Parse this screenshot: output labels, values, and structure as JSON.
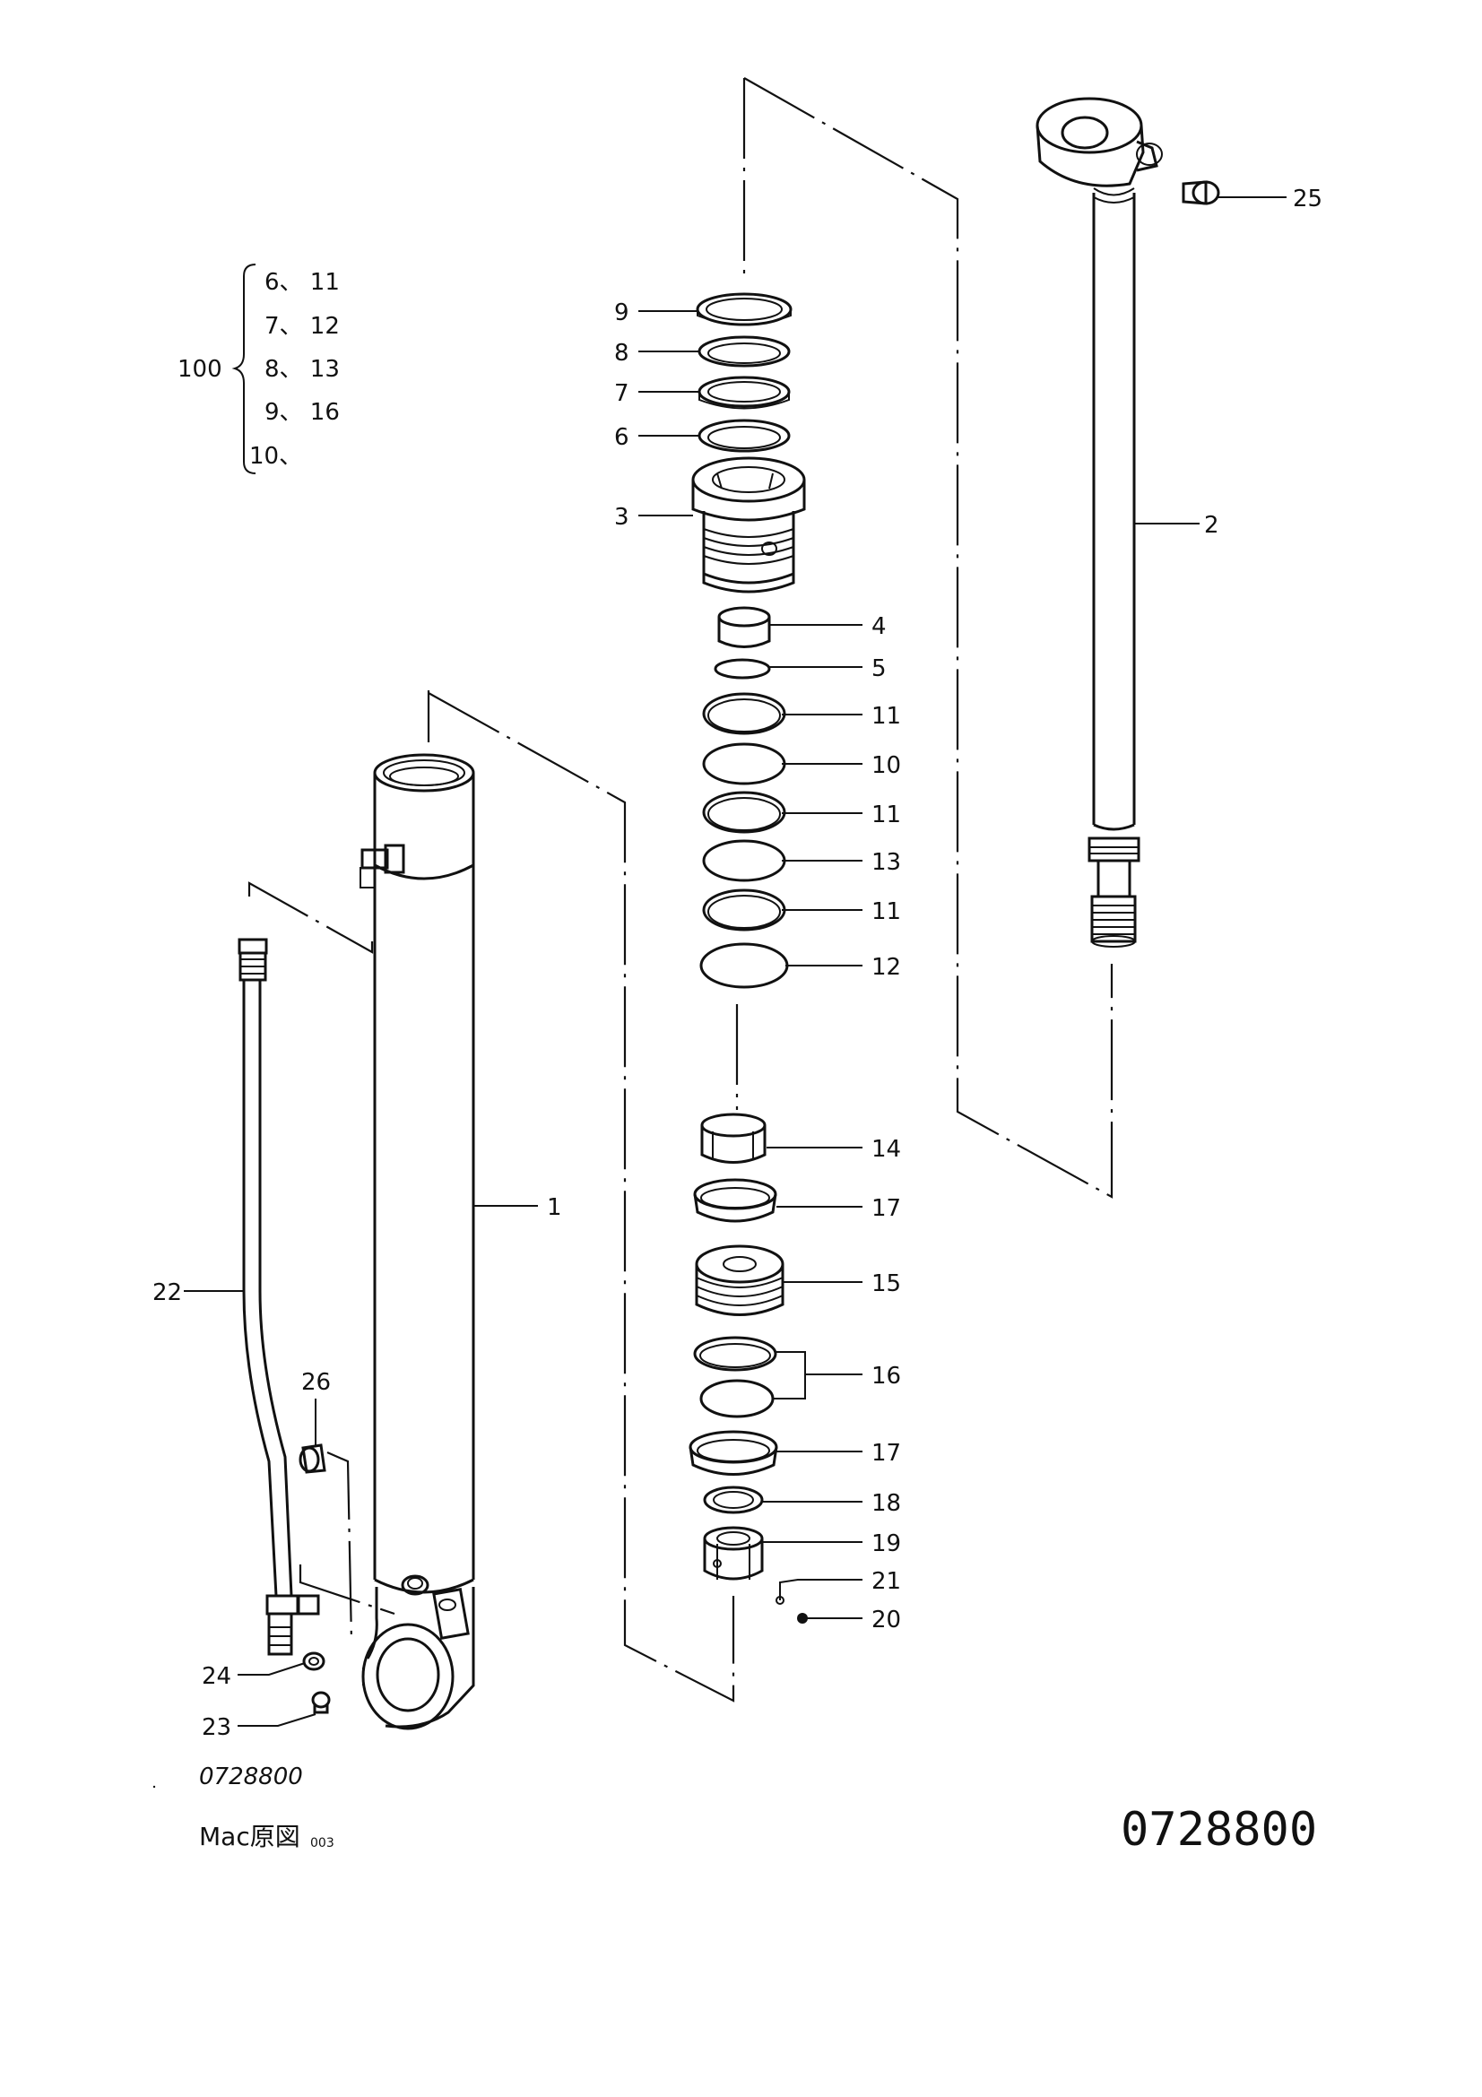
{
  "kit": {
    "number": "100",
    "rows": [
      "6、 11",
      "7、 12",
      "8、 13",
      "9、 16",
      "10、"
    ]
  },
  "callouts": {
    "p1": "1",
    "p2": "2",
    "p3": "3",
    "p4": "4",
    "p5": "5",
    "p6": "6",
    "p7": "7",
    "p8": "8",
    "p9": "9",
    "p10": "10",
    "p11a": "11",
    "p11b": "11",
    "p11c": "11",
    "p12": "12",
    "p13": "13",
    "p14": "14",
    "p15": "15",
    "p16": "16",
    "p17a": "17",
    "p17b": "17",
    "p18": "18",
    "p19": "19",
    "p20": "20",
    "p21": "21",
    "p22": "22",
    "p23": "23",
    "p24": "24",
    "p25": "25",
    "p26": "26"
  },
  "footer": {
    "drawing_code_small": "0728800",
    "drawing_code_large": "0728800",
    "source_label": "Mac原図",
    "source_number": "003"
  }
}
